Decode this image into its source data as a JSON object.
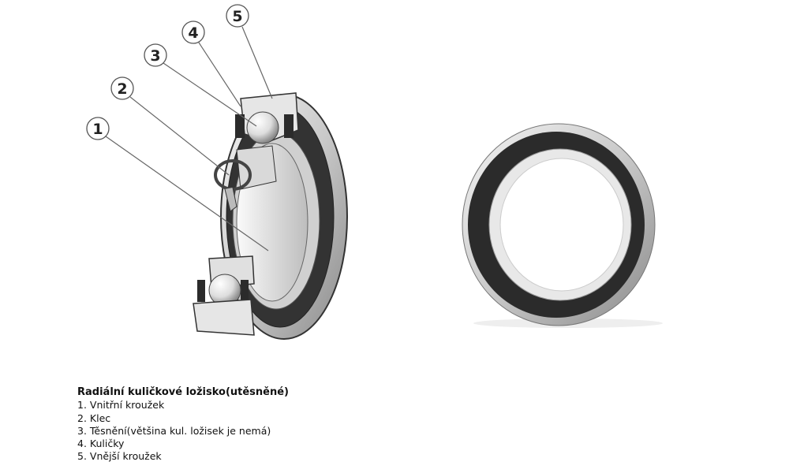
{
  "callouts": [
    "1",
    "2",
    "3",
    "4",
    "5"
  ],
  "legend": {
    "title": "Radiální kuličkové ložisko(utěsněné)",
    "items": [
      "1. Vnitřní kroužek",
      "2. Klec",
      "3. Těsnění(většina kul. ložisek je nemá)",
      "4. Kuličky",
      "5. Vnější kroužek"
    ]
  },
  "colors": {
    "seal": "#2b2b2b",
    "metal": "#d8d8d8",
    "line": "#555555"
  }
}
